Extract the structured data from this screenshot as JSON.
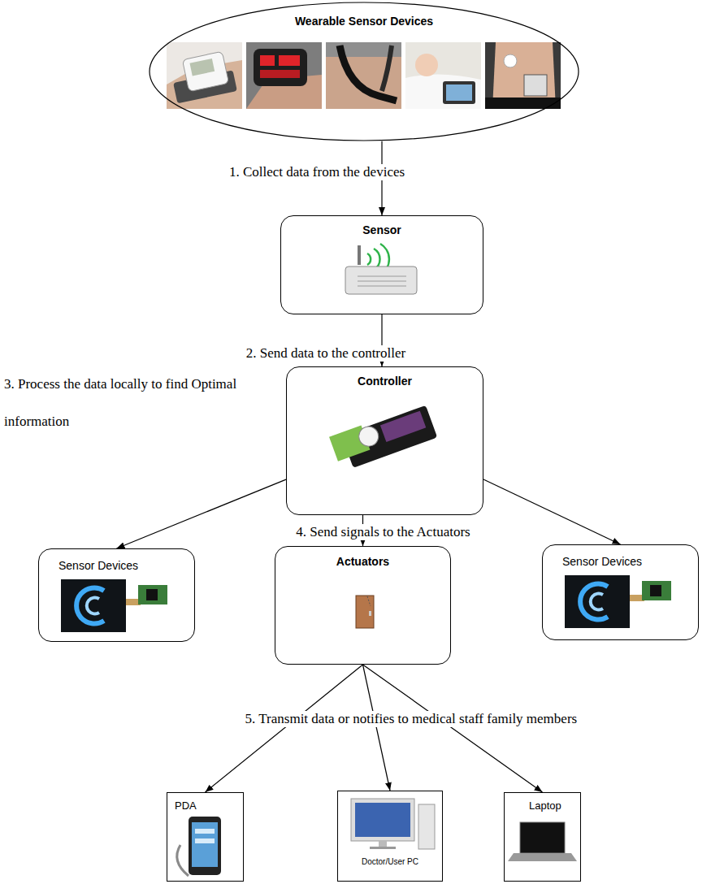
{
  "diagram": {
    "nodes": [
      {
        "text": [
          "Wearable Sensor Devices"
        ]
      },
      {
        "text": [
          "Sensor"
        ]
      },
      {
        "text": [
          "Controller"
        ]
      },
      {
        "text": [
          "Sensor Devices"
        ]
      },
      {
        "text": [
          "Actuators"
        ]
      },
      {
        "text": [
          "Sensor Devices"
        ]
      },
      {
        "text": [
          "PDA"
        ]
      },
      {
        "text": [
          "Doctor/User PC"
        ]
      },
      {
        "text": [
          "Laptop"
        ]
      }
    ],
    "edges": [
      {
        "from": 0,
        "to": 1,
        "arrow": "to",
        "label": "1. Collect data from the devices"
      },
      {
        "from": 1,
        "to": 2,
        "arrow": "to",
        "label": "2. Send data to the controller"
      },
      {
        "from": 2,
        "to": 3,
        "arrow": "to"
      },
      {
        "from": 2,
        "to": 4,
        "arrow": "to",
        "label": "4. Send signals to the Actuators"
      },
      {
        "from": 2,
        "to": 5,
        "arrow": "to"
      },
      {
        "from": 4,
        "to": 6,
        "arrow": "to"
      },
      {
        "from": 4,
        "to": 7,
        "arrow": "to",
        "label": "5. Transmit data or notifies to medical staff family members"
      },
      {
        "from": 4,
        "to": 8,
        "arrow": "to"
      }
    ],
    "labels": [
      "3. Process the data locally to find Optimal information"
    ]
  }
}
